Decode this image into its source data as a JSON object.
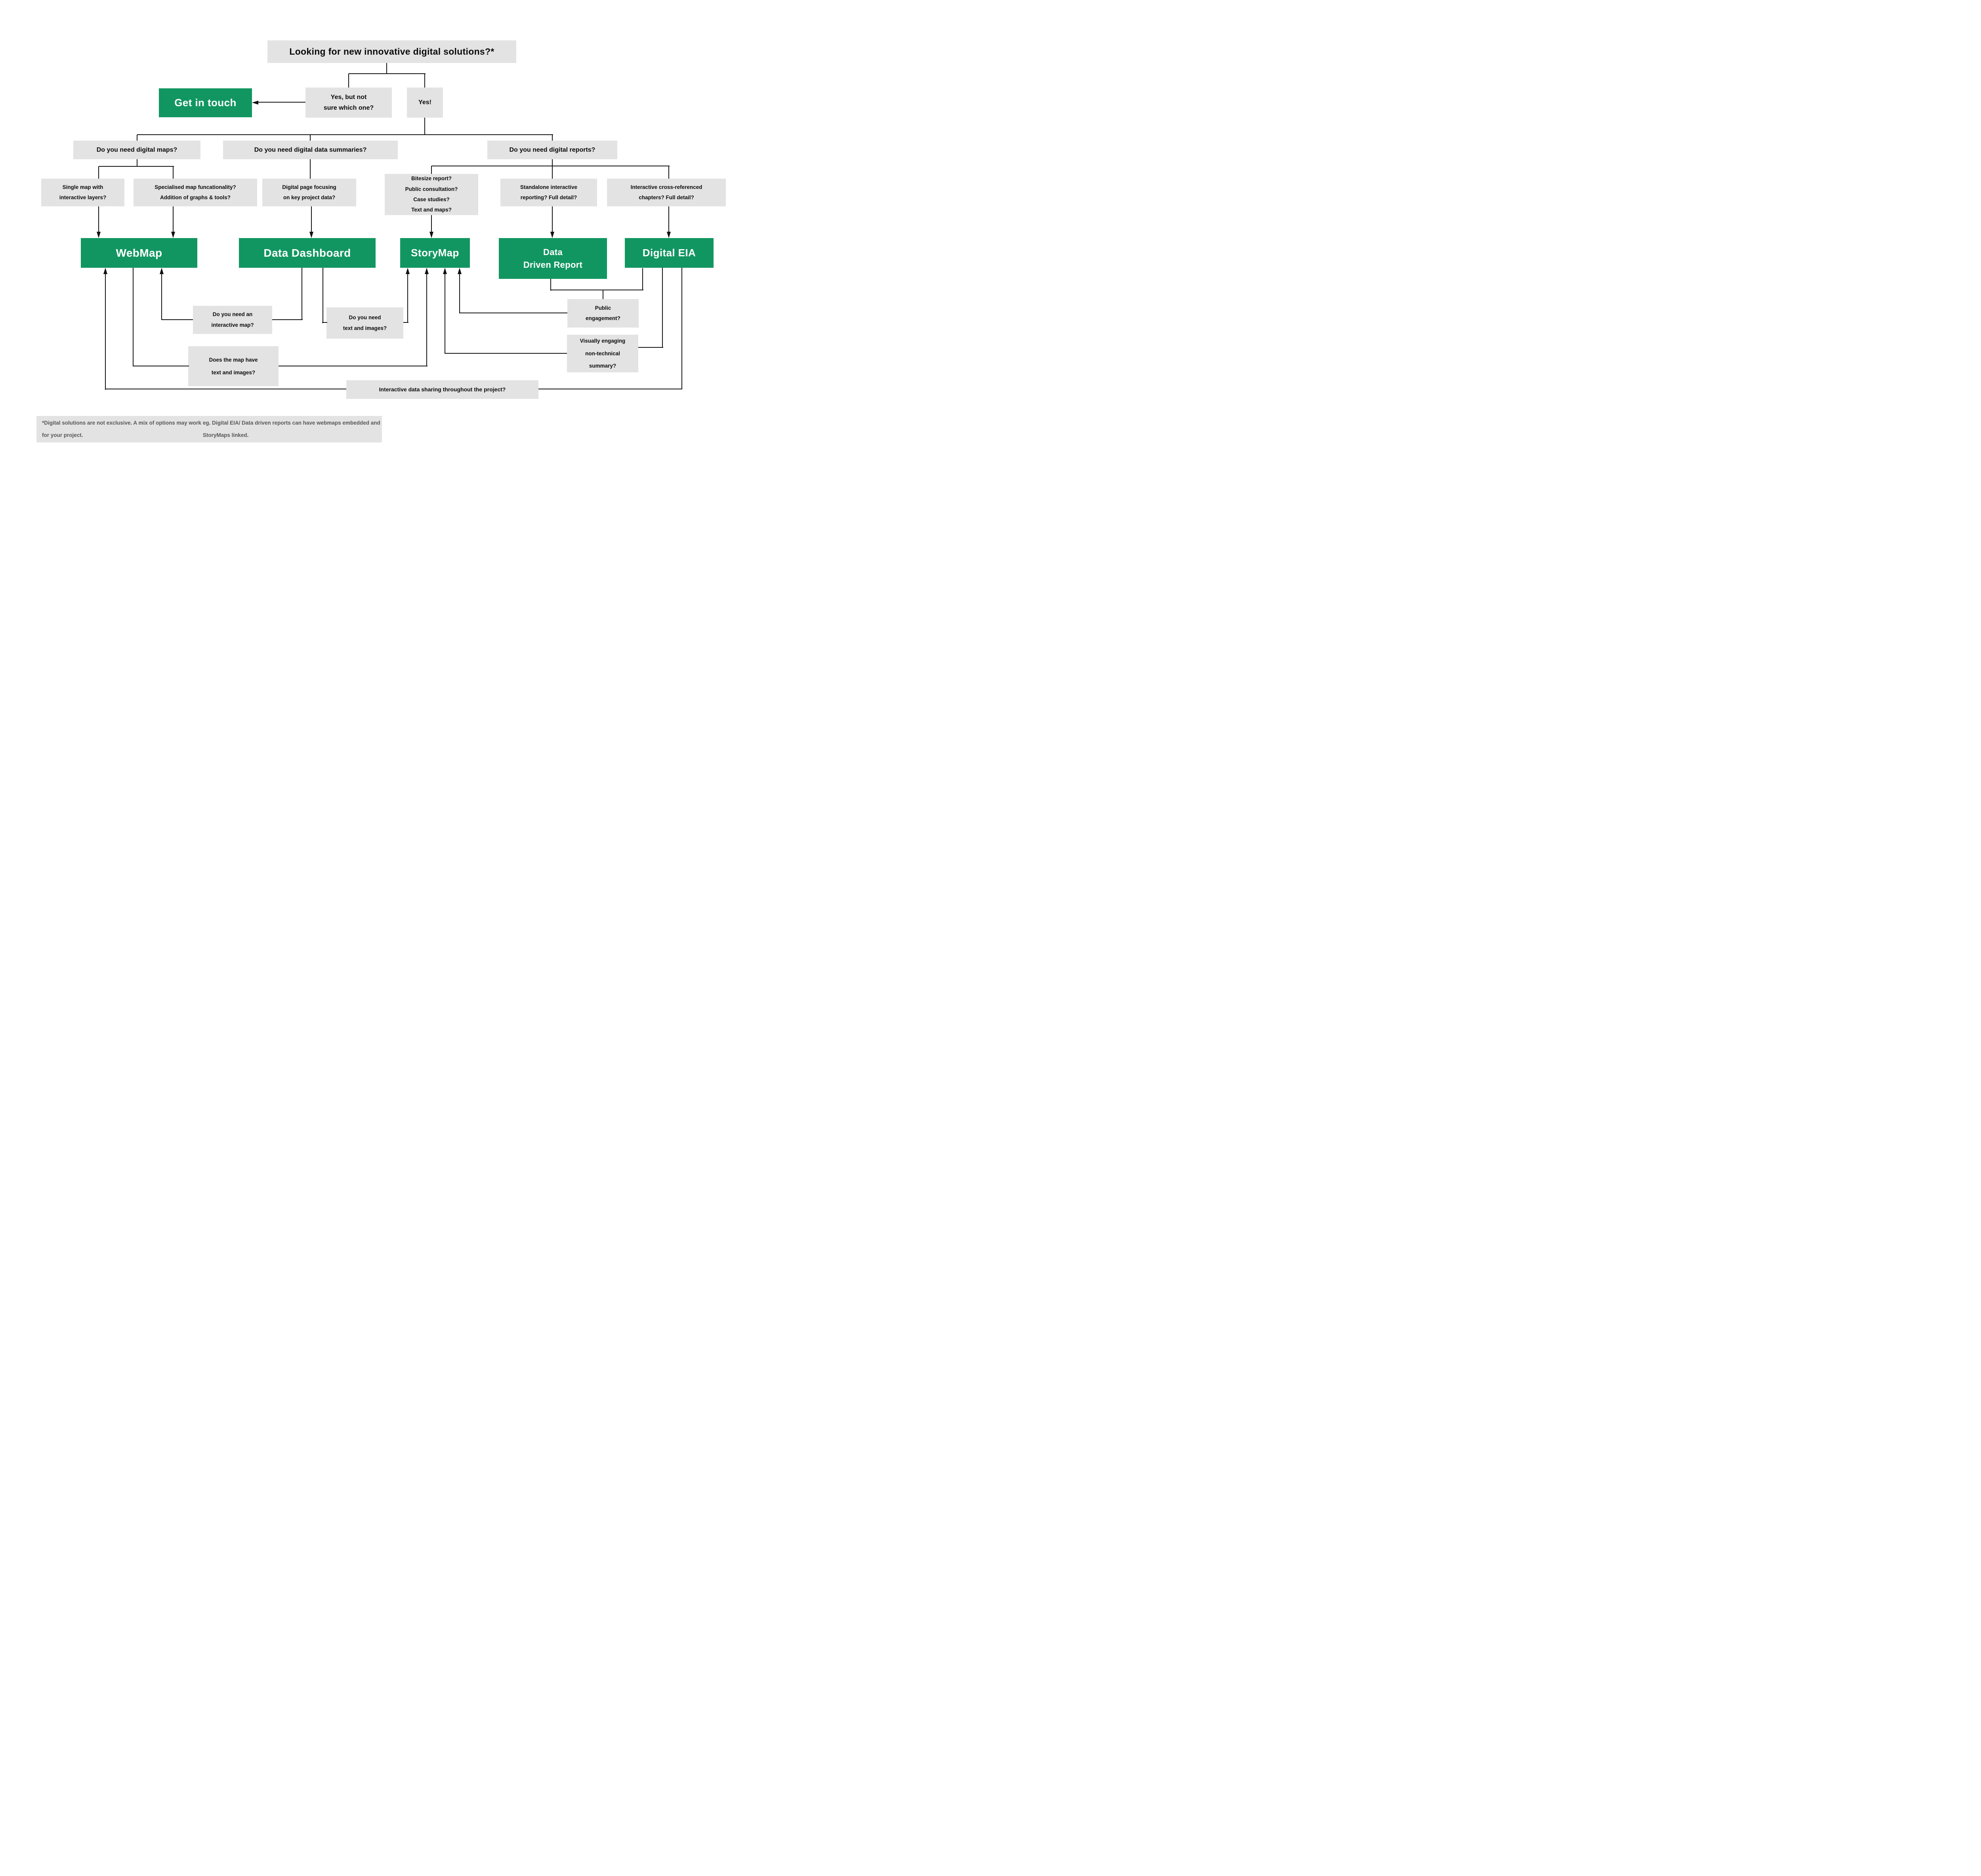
{
  "title": "Looking for new innovative digital solutions?*",
  "nodes": {
    "get_in_touch": "Get in touch",
    "yes_unsure": "Yes, but not\nsure which one?",
    "yes": "Yes!",
    "q_maps": "Do you need digital maps?",
    "q_summaries": "Do you need digital data summaries?",
    "q_reports": "Do you need digital reports?",
    "sub_single_map": "Single map with\ninteractive layers?",
    "sub_specialised": "Specialised map funcationality?\nAddition of graphs & tools?",
    "sub_digital_page": "Digital page focusing\non key project data?",
    "sub_bitesize": "Bitesize report?\nPublic consultation?\nCase studies?\nText and maps?",
    "sub_standalone": "Standalone interactive\nreporting? Full detail?",
    "sub_crossref": "Interactive cross-referenced\nchapters? Full detail?",
    "webmap": "WebMap",
    "data_dashboard": "Data Dashboard",
    "storymap": "StoryMap",
    "data_driven_report": "Data\nDriven Report",
    "digital_eia": "Digital EIA",
    "fb_interactive_map": "Do you need an\ninteractive map?",
    "fb_text_images": "Do you need\ntext and images?",
    "fb_map_text_images": "Does the map have\ntext and images?",
    "fb_public_engagement": "Public\nengagement?",
    "fb_visually_engaging": "Visually engaging\nnon-technical\nsummary?",
    "fb_data_sharing": "Interactive data sharing throughout the project?"
  },
  "footnote": {
    "line1": "*Digital solutions are not exclusive. A mix of options may work for your project.",
    "line2": "eg. Digital EIA/ Data driven reports can have webmaps embedded and StoryMaps linked."
  },
  "colors": {
    "green": "#129661",
    "box_gray": "#e3e3e3",
    "line": "#111111",
    "footnote_text": "#575757"
  }
}
